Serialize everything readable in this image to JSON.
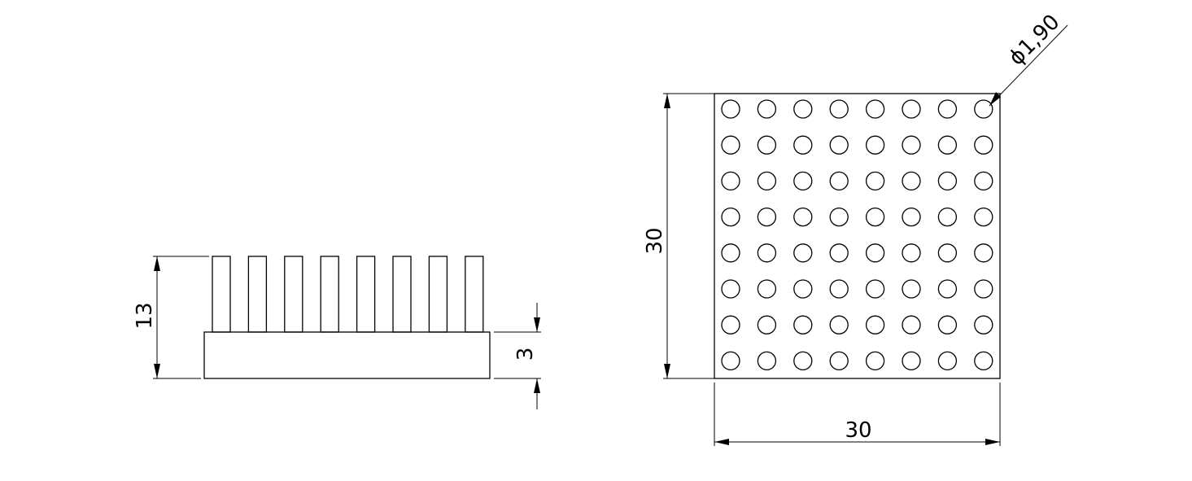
{
  "drawing": {
    "side_view": {
      "dim_total_height": "13",
      "dim_base_height": "3",
      "pin_count": 8
    },
    "top_view": {
      "dim_height": "30",
      "dim_width": "30",
      "dim_pin_diameter": "ϕ1,90",
      "pin_rows": 8,
      "pin_cols": 8
    }
  }
}
